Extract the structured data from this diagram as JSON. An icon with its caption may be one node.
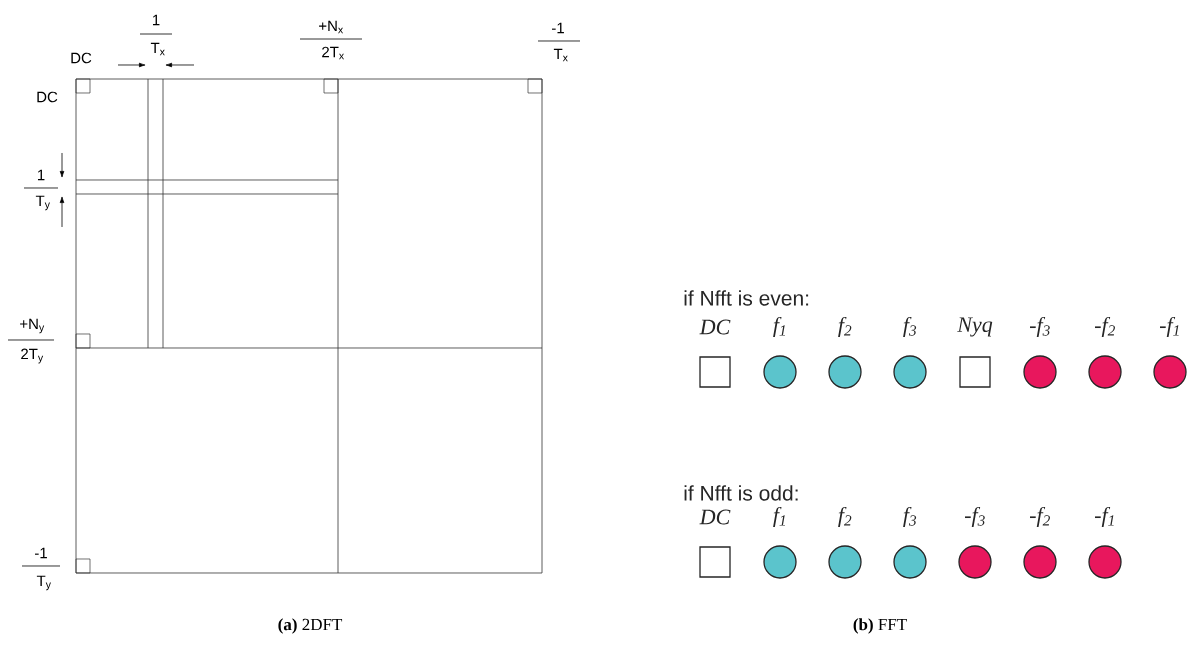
{
  "diagram": {
    "nodes": [
      {
        "text": [],
        "shape": "box",
        "beside": [
          "DC"
        ]
      },
      {
        "text": [],
        "shape": "circle",
        "beside": [
          "f$_{1}$"
        ]
      },
      {
        "text": [],
        "shape": "circle",
        "beside": [
          "f$_{2}$"
        ]
      },
      {
        "text": [],
        "shape": "circle",
        "beside": [
          "f$_{3}$"
        ]
      },
      {
        "text": [],
        "shape": "box",
        "beside": [
          "Nyq"
        ]
      },
      {
        "text": [],
        "shape": "circle",
        "beside": [
          "-f$_{3}$"
        ]
      },
      {
        "text": [],
        "shape": "circle",
        "beside": [
          "-f$_{2}$"
        ]
      },
      {
        "text": [],
        "shape": "circle",
        "beside": [
          "-f$_{1}$"
        ]
      },
      {
        "text": [],
        "shape": "box",
        "beside": [
          "DC"
        ]
      },
      {
        "text": [],
        "shape": "circle",
        "beside": [
          "f$_{1}$"
        ]
      },
      {
        "text": [],
        "shape": "circle",
        "beside": [
          "f$_{2}$"
        ]
      },
      {
        "text": [],
        "shape": "circle",
        "beside": [
          "f$_{3}$"
        ]
      },
      {
        "text": [],
        "shape": "circle",
        "beside": [
          "-f$_{3}$"
        ]
      },
      {
        "text": [],
        "shape": "circle",
        "beside": [
          "-f$_{2}$"
        ]
      },
      {
        "text": [],
        "shape": "circle",
        "beside": [
          "-f$_{1}$"
        ]
      }
    ],
    "labels": [
      "DC",
      "1",
      "T$_{x}$",
      "+N$_{x}$",
      "2T$_{x}$",
      "-1",
      "T$_{x}$",
      "DC",
      "1",
      "T$_{y}$",
      "+N$_{y}$",
      "2T$_{y}$",
      "-1",
      "T$_{y}$",
      "if Nfft is even:",
      "if Nfft is odd:",
      "**(a)** 2DFT",
      "**(b)** FFT"
    ]
  }
}
